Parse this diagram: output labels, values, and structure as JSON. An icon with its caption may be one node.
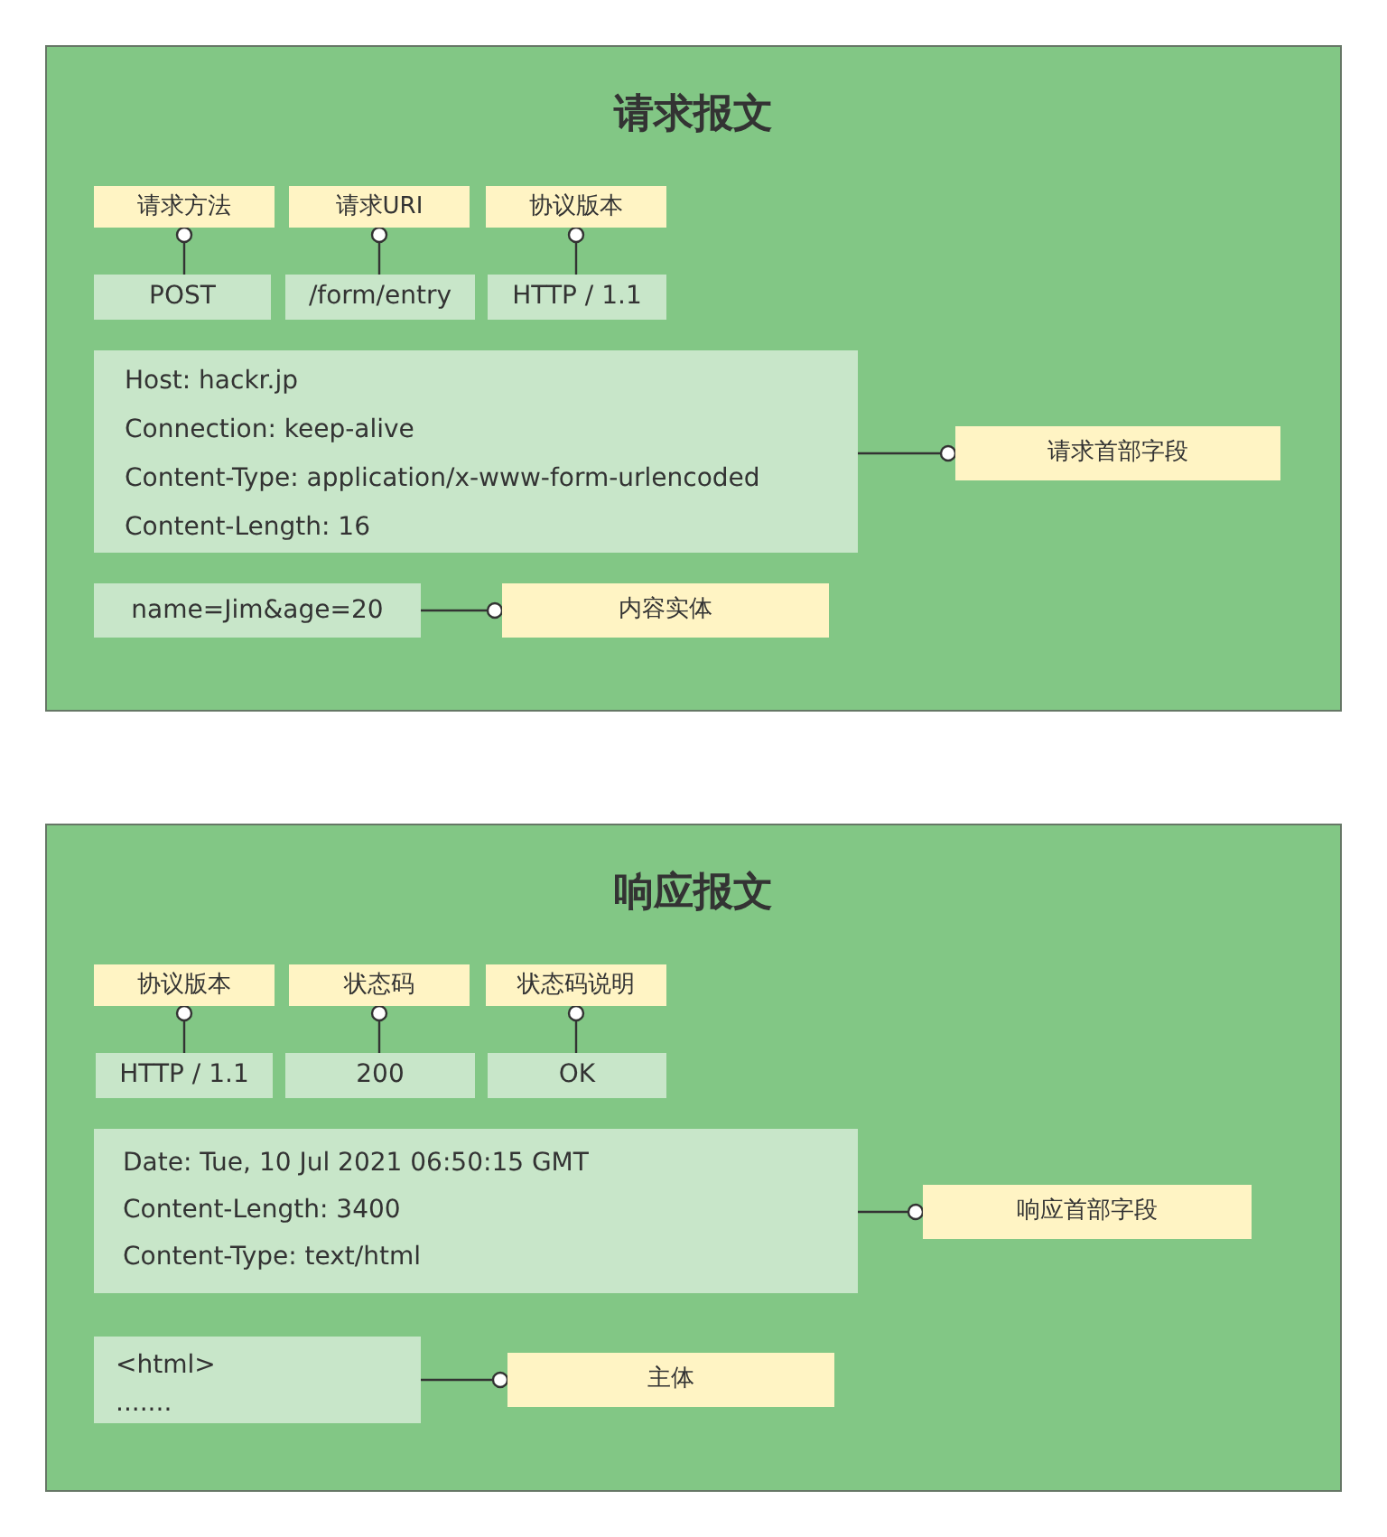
{
  "diagram": {
    "nodes": [
      {
        "text": [
          "请求报文"
        ]
      },
      {
        "text": [
          "请求方法"
        ],
        "in": 0
      },
      {
        "text": [
          "请求URI"
        ],
        "in": 0
      },
      {
        "text": [
          "协议版本"
        ],
        "in": 0
      },
      {
        "text": [
          "POST"
        ],
        "in": 0
      },
      {
        "text": [
          "/form/entry"
        ],
        "in": 0
      },
      {
        "text": [
          "HTTP / 1.1"
        ],
        "in": 0
      },
      {
        "text": [
          "Host: hackr.jp",
          "Connection: keep-alive",
          "Content-Type: application/x-www-form-urlencoded",
          "Content-Length: 16"
        ],
        "in": 0
      },
      {
        "text": [
          "请求首部字段"
        ],
        "in": 0
      },
      {
        "text": [
          "name=Jim&age=20"
        ],
        "in": 0
      },
      {
        "text": [
          "内容实体"
        ],
        "in": 0
      },
      {
        "text": [
          "响应报文"
        ]
      },
      {
        "text": [
          "协议版本"
        ],
        "in": 11
      },
      {
        "text": [
          "状态码"
        ],
        "in": 11
      },
      {
        "text": [
          "状态码说明"
        ],
        "in": 11
      },
      {
        "text": [
          "HTTP / 1.1"
        ],
        "in": 11
      },
      {
        "text": [
          "200"
        ],
        "in": 11
      },
      {
        "text": [
          "OK"
        ],
        "in": 11
      },
      {
        "text": [
          "Date: Tue, 10 Jul 2021 06:50:15 GMT",
          "Content-Length: 3400",
          "Content-Type: text/html"
        ],
        "in": 11
      },
      {
        "text": [
          "响应首部字段"
        ],
        "in": 11
      },
      {
        "text": [
          "<html>",
          "......."
        ],
        "in": 11
      },
      {
        "text": [
          "主体"
        ],
        "in": 11
      }
    ],
    "edges": [
      {
        "from": 4,
        "to": 1,
        "arrow": "other"
      },
      {
        "from": 5,
        "to": 2,
        "arrow": "other"
      },
      {
        "from": 6,
        "to": 3,
        "arrow": "other"
      },
      {
        "from": 7,
        "to": 8,
        "arrow": "other"
      },
      {
        "from": 9,
        "to": 10,
        "arrow": "other"
      },
      {
        "from": 15,
        "to": 12,
        "arrow": "other"
      },
      {
        "from": 16,
        "to": 13,
        "arrow": "other"
      },
      {
        "from": 17,
        "to": 14,
        "arrow": "other"
      },
      {
        "from": 18,
        "to": 19,
        "arrow": "other"
      },
      {
        "from": 20,
        "to": 21,
        "arrow": "other"
      }
    ]
  }
}
